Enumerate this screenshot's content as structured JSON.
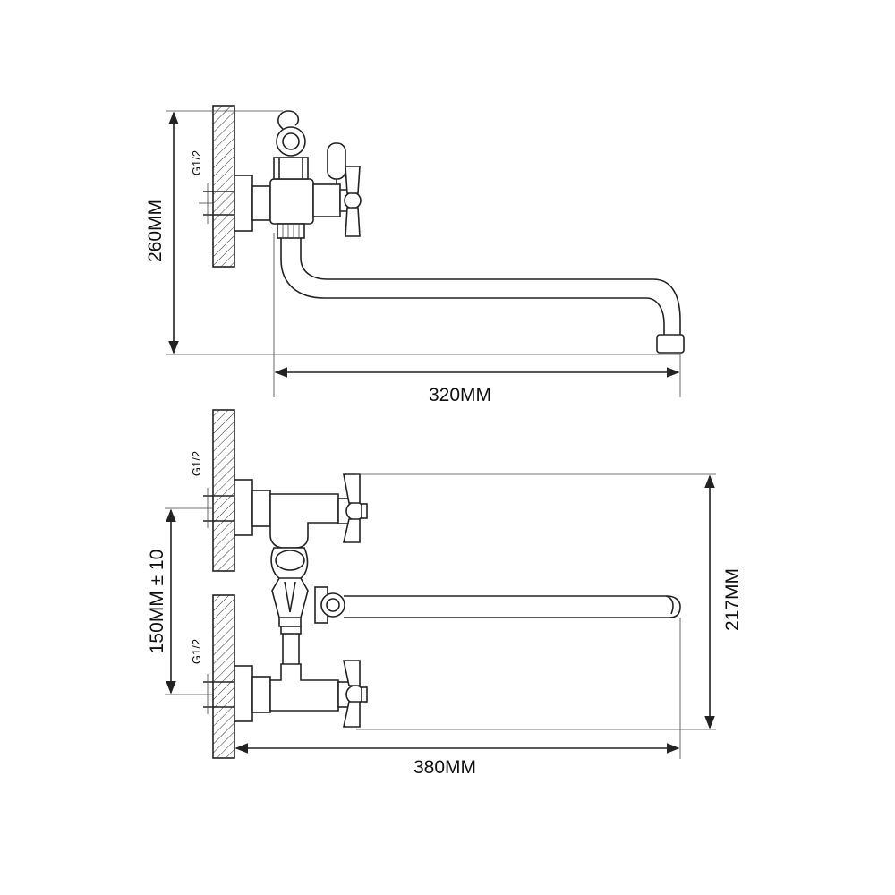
{
  "top_view": {
    "height_label": "260MM",
    "length_label": "320MM",
    "thread_label": "G1/2"
  },
  "front_view": {
    "axis_spacing_label": "150MM ± 10",
    "height_label": "217MM",
    "length_label": "380MM",
    "thread_label_upper": "G1/2",
    "thread_label_lower": "G1/2"
  }
}
